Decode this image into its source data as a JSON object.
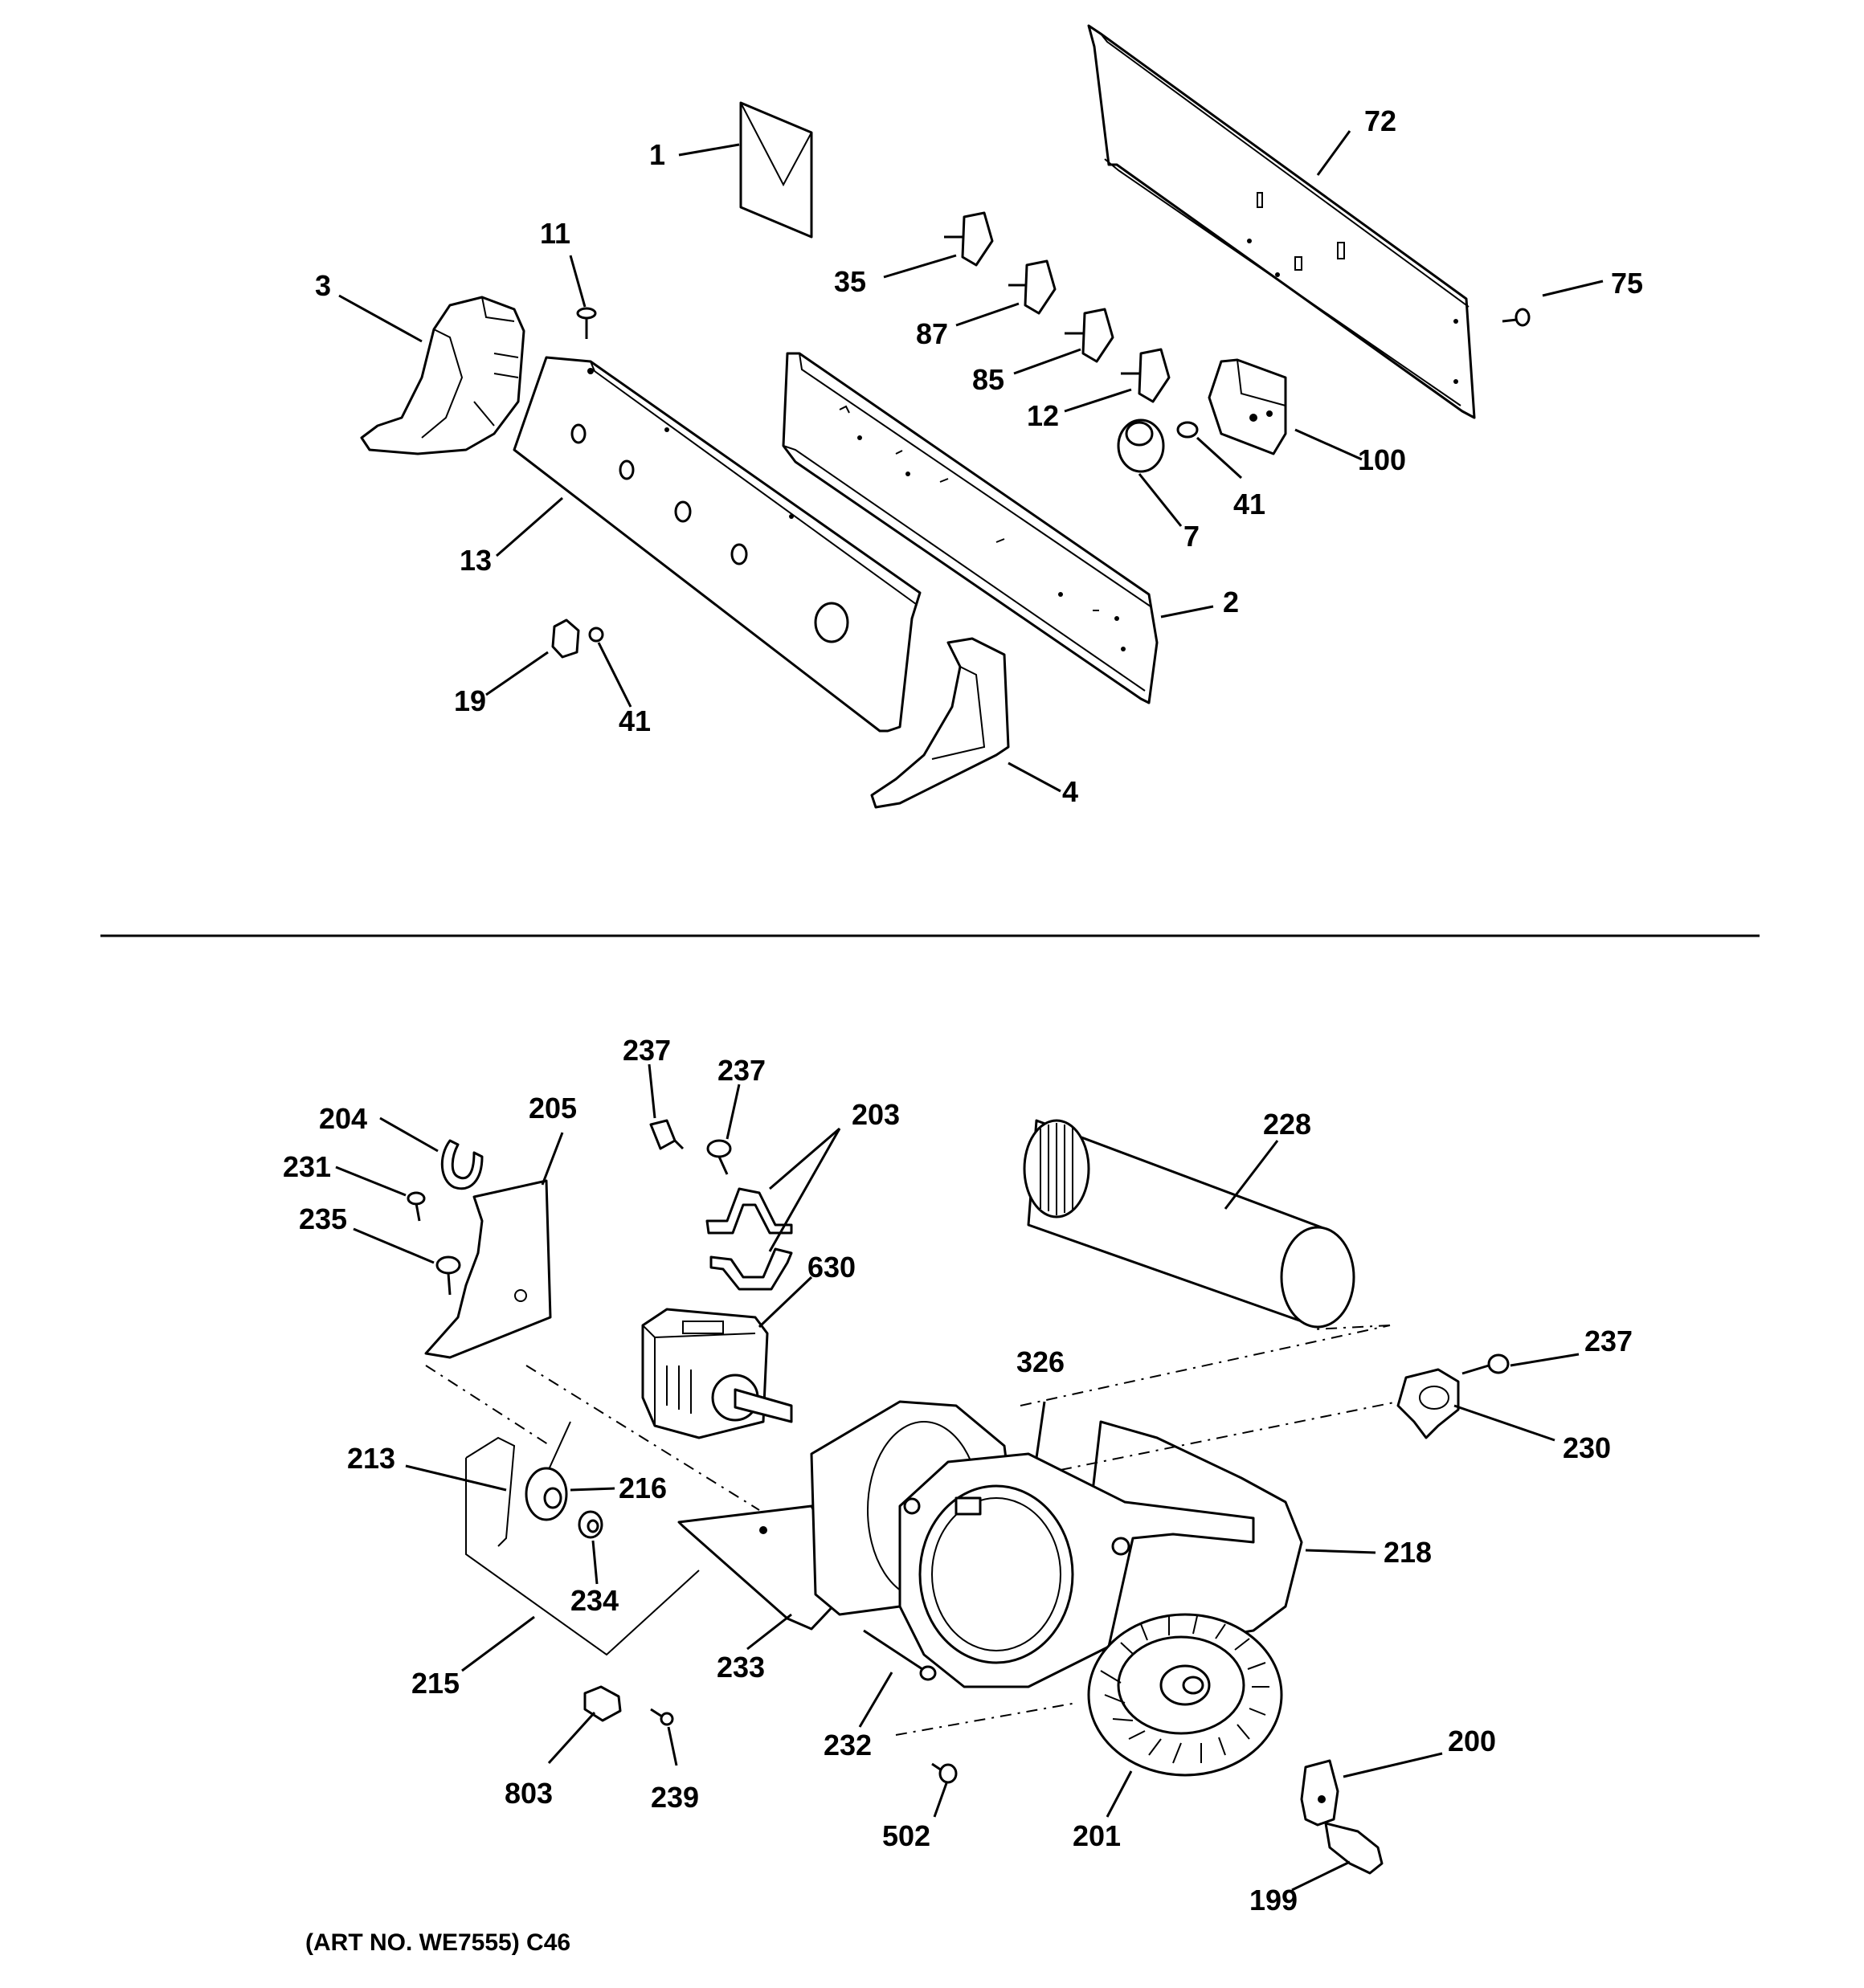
{
  "labels": {
    "p1": "1",
    "p72": "72",
    "p11": "11",
    "p3": "3",
    "p35": "35",
    "p87": "87",
    "p75": "75",
    "p85": "85",
    "p12": "12",
    "p100": "100",
    "p41a": "41",
    "p7": "7",
    "p13": "13",
    "p2": "2",
    "p19": "19",
    "p41b": "41",
    "p4": "4",
    "p237a": "237",
    "p237b": "237",
    "p203": "203",
    "p228": "228",
    "p204": "204",
    "p205": "205",
    "p231": "231",
    "p235": "235",
    "p630": "630",
    "p326": "326",
    "p237c": "237",
    "p230": "230",
    "p213": "213",
    "p216": "216",
    "p218": "218",
    "p234": "234",
    "p215": "215",
    "p233": "233",
    "p232": "232",
    "p803": "803",
    "p239": "239",
    "p200": "200",
    "p502": "502",
    "p201": "201",
    "p199": "199"
  },
  "caption": "(ART NO. WE7555) C46"
}
